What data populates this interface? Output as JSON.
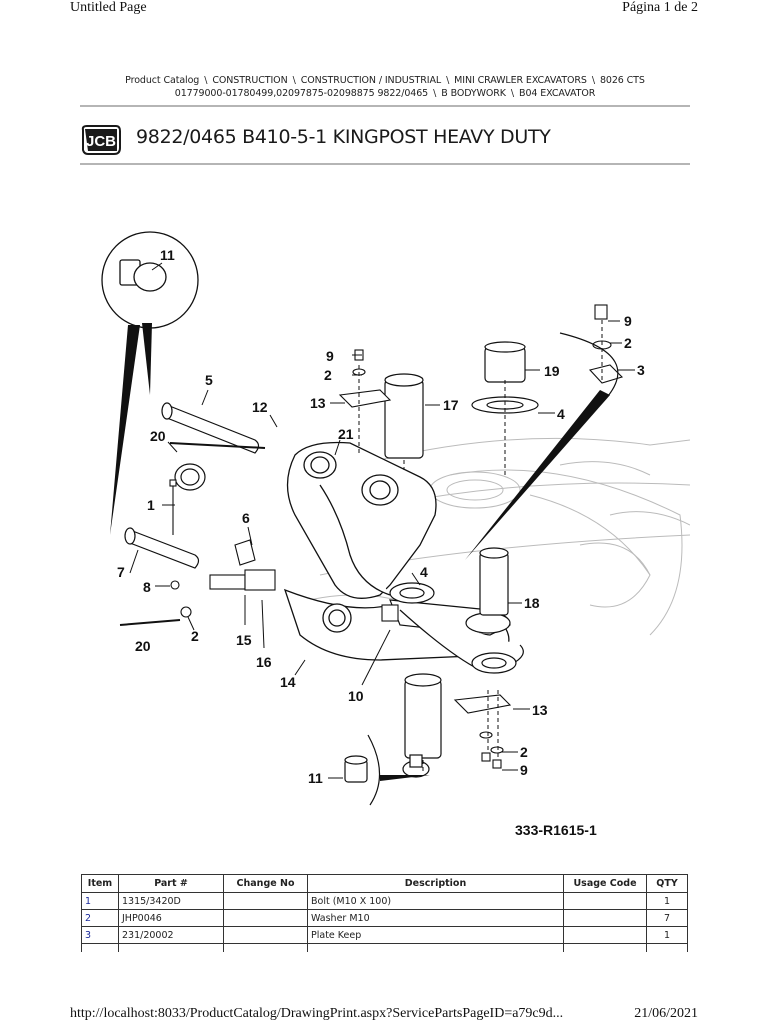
{
  "print_header": {
    "page_title": "Untitled Page",
    "page_count": "Página 1 de 2"
  },
  "breadcrumb": {
    "line1": [
      "Product Catalog",
      "CONSTRUCTION",
      "CONSTRUCTION / INDUSTRIAL",
      "MINI CRAWLER EXCAVATORS",
      "8026 CTS"
    ],
    "line2": [
      "01779000-01780499,02097875-02098875 9822/0465",
      "B BODYWORK",
      "B04 EXCAVATOR"
    ],
    "separator": "\\"
  },
  "logo": {
    "text": "JCB",
    "brand_color": "#1a1a1a"
  },
  "title": "9822/0465 B410-5-1 KINGPOST HEAVY DUTY",
  "diagram": {
    "drawing_number": "333-R1615-1",
    "callouts": [
      "11",
      "5",
      "12",
      "20",
      "1",
      "6",
      "7",
      "8",
      "20",
      "2",
      "15",
      "16",
      "14",
      "9",
      "2",
      "13",
      "21",
      "17",
      "19",
      "4",
      "9",
      "2",
      "3",
      "4",
      "18",
      "10",
      "13",
      "2",
      "9",
      "11"
    ]
  },
  "parts_table": {
    "headers": [
      "Item",
      "Part #",
      "Change No",
      "Description",
      "Usage Code",
      "QTY"
    ],
    "rows": [
      {
        "item": "1",
        "part": "1315/3420D",
        "change": "",
        "description": "Bolt (M10 X 100)",
        "usage": "",
        "qty": "1"
      },
      {
        "item": "2",
        "part": "JHP0046",
        "change": "",
        "description": "Washer M10",
        "usage": "",
        "qty": "7"
      },
      {
        "item": "3",
        "part": "231/20002",
        "change": "",
        "description": "Plate Keep",
        "usage": "",
        "qty": "1"
      }
    ]
  },
  "print_footer": {
    "url": "http://localhost:8033/ProductCatalog/DrawingPrint.aspx?ServicePartsPageID=a79c9d...",
    "date": "21/06/2021"
  }
}
